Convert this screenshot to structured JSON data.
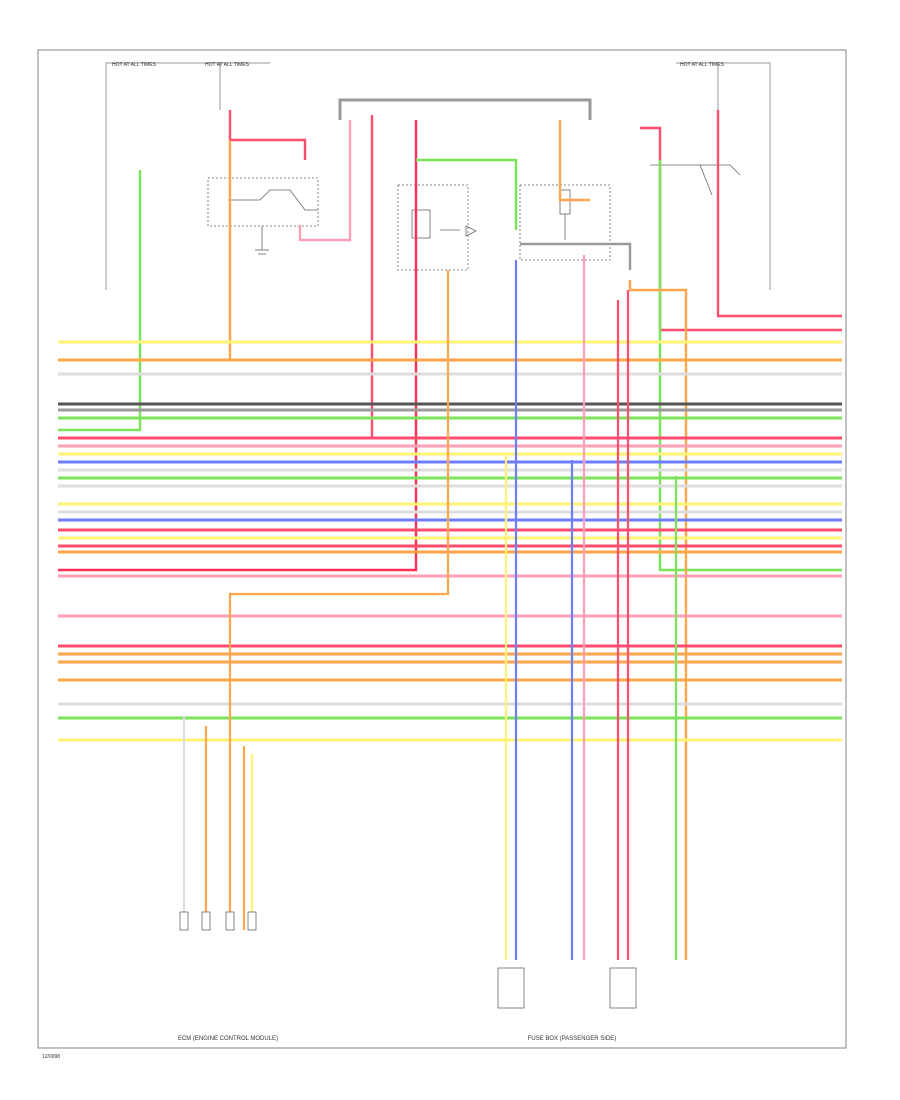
{
  "power_labels": {
    "left_a": "HOT AT ALL TIMES",
    "left_b": "HOT AT ALL TIMES",
    "right": "HOT AT ALL TIMES"
  },
  "footer_code": "12/0098",
  "component_labels": {
    "bottom_left": "ECM (ENGINE CONTROL MODULE)",
    "bottom_center": "FUSE BOX (PASSENGER SIDE)"
  },
  "colors": {
    "red": "#ff4d6d",
    "pink": "#ff9fb5",
    "yellow": "#fff275",
    "orange": "#ffa64d",
    "green": "#7be35a",
    "blue": "#6e7dff",
    "gray": "#9a9a9a",
    "dark": "#555555",
    "wire_white": "#dddddd"
  },
  "bus_wires": [
    {
      "color": "yellow"
    },
    {
      "color": "orange"
    },
    {
      "color": "wire_white"
    },
    {
      "color": "dark"
    },
    {
      "color": "gray"
    },
    {
      "color": "green"
    },
    {
      "color": "red"
    },
    {
      "color": "pink"
    },
    {
      "color": "yellow"
    },
    {
      "color": "blue"
    },
    {
      "color": "wire_white"
    },
    {
      "color": "green"
    },
    {
      "color": "wire_white"
    },
    {
      "color": "yellow"
    },
    {
      "color": "wire_white"
    },
    {
      "color": "blue"
    },
    {
      "color": "red"
    },
    {
      "color": "yellow"
    },
    {
      "color": "red"
    },
    {
      "color": "orange"
    },
    {
      "color": "pink"
    },
    {
      "color": "pink"
    },
    {
      "color": "red"
    },
    {
      "color": "orange"
    },
    {
      "color": "orange"
    },
    {
      "color": "orange"
    },
    {
      "color": "wire_white"
    },
    {
      "color": "green"
    },
    {
      "color": "yellow"
    }
  ]
}
